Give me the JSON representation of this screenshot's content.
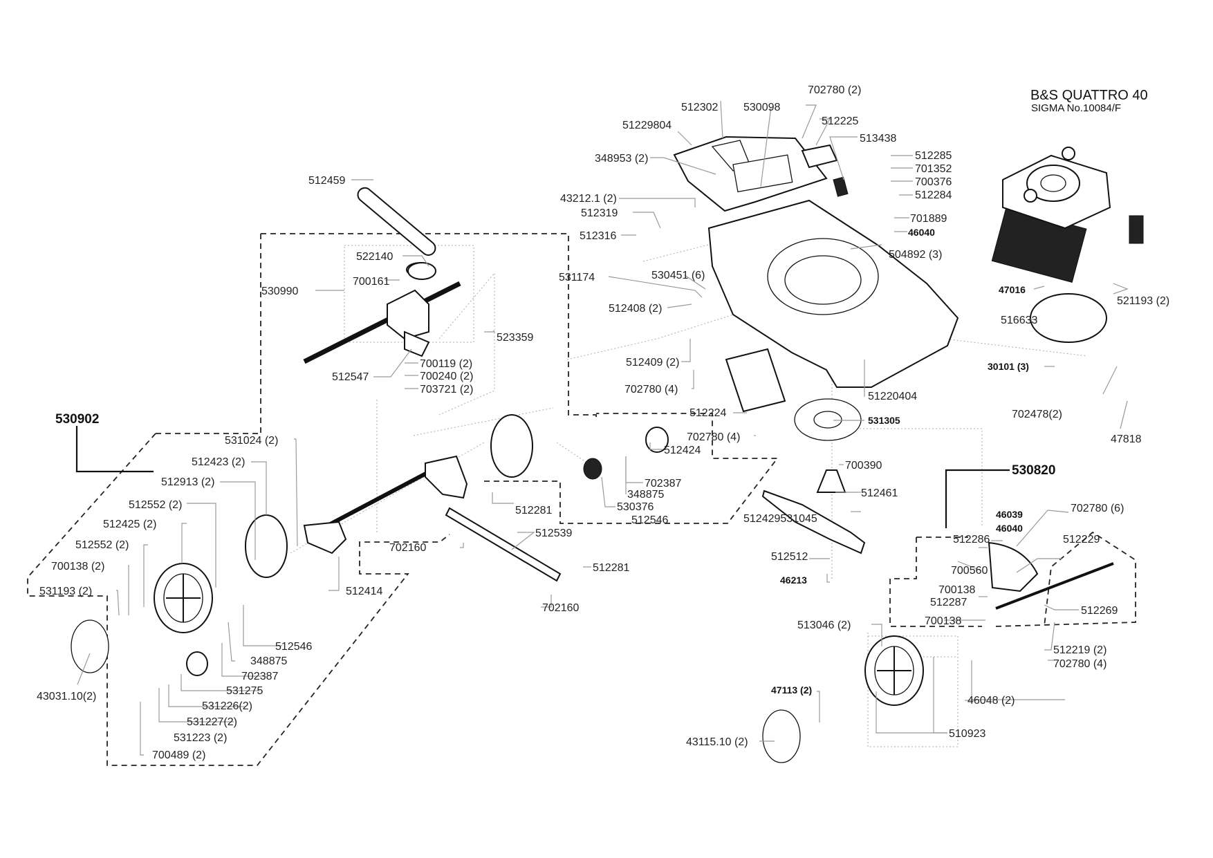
{
  "header": {
    "title": "B&S  QUATTRO 40",
    "subtitle": "SIGMA No.10084/F"
  },
  "groups": [
    {
      "id": "530902",
      "label": "530902"
    },
    {
      "id": "530820",
      "label": "530820"
    }
  ],
  "labels": [
    {
      "key": "l_512302",
      "text": "512302"
    },
    {
      "key": "l_530098",
      "text": "530098"
    },
    {
      "key": "l_702780_2",
      "text": "702780 (2)"
    },
    {
      "key": "l_512225",
      "text": "512225"
    },
    {
      "key": "l_51229804",
      "text": "51229804"
    },
    {
      "key": "l_513438",
      "text": "513438"
    },
    {
      "key": "l_348953_2",
      "text": "348953 (2)"
    },
    {
      "key": "l_512285",
      "text": "512285"
    },
    {
      "key": "l_701352",
      "text": "701352"
    },
    {
      "key": "l_700376",
      "text": "700376"
    },
    {
      "key": "l_512284",
      "text": "512284"
    },
    {
      "key": "l_701889",
      "text": "701889"
    },
    {
      "key": "l_46040a",
      "text": "46040"
    },
    {
      "key": "l_512459",
      "text": "512459"
    },
    {
      "key": "l_43212_1",
      "text": "43212.1 (2)"
    },
    {
      "key": "l_512319",
      "text": "512319"
    },
    {
      "key": "l_512316",
      "text": "512316"
    },
    {
      "key": "l_504892_3",
      "text": "504892 (3)"
    },
    {
      "key": "l_522140",
      "text": "522140"
    },
    {
      "key": "l_700161",
      "text": "700161"
    },
    {
      "key": "l_530990",
      "text": "530990"
    },
    {
      "key": "l_531174",
      "text": "531174"
    },
    {
      "key": "l_530451_6",
      "text": "530451 (6)"
    },
    {
      "key": "l_512408_2",
      "text": "512408 (2)"
    },
    {
      "key": "l_47016",
      "text": "47016"
    },
    {
      "key": "l_521193_2",
      "text": "521193 (2)"
    },
    {
      "key": "l_516633",
      "text": "516633"
    },
    {
      "key": "l_523359",
      "text": "523359"
    },
    {
      "key": "l_512409_2",
      "text": "512409 (2)"
    },
    {
      "key": "l_512547",
      "text": "512547"
    },
    {
      "key": "l_700119_2",
      "text": "700119 (2)"
    },
    {
      "key": "l_700240_2",
      "text": "700240 (2)"
    },
    {
      "key": "l_703721_2",
      "text": "703721 (2)"
    },
    {
      "key": "l_702780_4a",
      "text": "702780 (4)"
    },
    {
      "key": "l_30101_3",
      "text": "30101 (3)"
    },
    {
      "key": "l_51220404",
      "text": "51220404"
    },
    {
      "key": "l_702478_2",
      "text": "702478(2)"
    },
    {
      "key": "l_512224",
      "text": "512224"
    },
    {
      "key": "l_531305",
      "text": "531305"
    },
    {
      "key": "l_47818",
      "text": "47818"
    },
    {
      "key": "l_531024_2",
      "text": "531024 (2)"
    },
    {
      "key": "l_702780_4b",
      "text": "702780 (4)"
    },
    {
      "key": "l_512424",
      "text": "512424"
    },
    {
      "key": "l_512423_2",
      "text": "512423 (2)"
    },
    {
      "key": "l_700390",
      "text": "700390"
    },
    {
      "key": "l_512913_2",
      "text": "512913 (2)"
    },
    {
      "key": "l_702387a",
      "text": "702387"
    },
    {
      "key": "l_512552_2a",
      "text": "512552 (2)"
    },
    {
      "key": "l_348875a",
      "text": "348875"
    },
    {
      "key": "l_512281a",
      "text": "512281"
    },
    {
      "key": "l_530376",
      "text": "530376"
    },
    {
      "key": "l_512461",
      "text": "512461"
    },
    {
      "key": "l_512425_2",
      "text": "512425 (2)"
    },
    {
      "key": "l_512546a",
      "text": "512546"
    },
    {
      "key": "l_46039",
      "text": "46039"
    },
    {
      "key": "l_702780_6",
      "text": "702780 (6)"
    },
    {
      "key": "l_51242953104",
      "text": "512429531045"
    },
    {
      "key": "l_46040b",
      "text": "46040"
    },
    {
      "key": "l_512552_2b",
      "text": "512552 (2)"
    },
    {
      "key": "l_512539",
      "text": "512539"
    },
    {
      "key": "l_702160a",
      "text": "702160"
    },
    {
      "key": "l_512286",
      "text": "512286"
    },
    {
      "key": "l_512229",
      "text": "512229"
    },
    {
      "key": "l_700138_2",
      "text": "700138 (2)"
    },
    {
      "key": "l_512512",
      "text": "512512"
    },
    {
      "key": "l_700560",
      "text": "700560"
    },
    {
      "key": "l_512281b",
      "text": "512281"
    },
    {
      "key": "l_531193_2",
      "text": "531193 (2)"
    },
    {
      "key": "l_46213",
      "text": "46213"
    },
    {
      "key": "l_700138a",
      "text": "700138"
    },
    {
      "key": "l_512414",
      "text": "512414"
    },
    {
      "key": "l_512287",
      "text": "512287"
    },
    {
      "key": "l_512269",
      "text": "512269"
    },
    {
      "key": "l_702160b",
      "text": "702160"
    },
    {
      "key": "l_700138b",
      "text": "700138"
    },
    {
      "key": "l_513046_2",
      "text": "513046 (2)"
    },
    {
      "key": "l_512546b",
      "text": "512546"
    },
    {
      "key": "l_512219_2",
      "text": "512219 (2)"
    },
    {
      "key": "l_348875b",
      "text": "348875"
    },
    {
      "key": "l_702780_4c",
      "text": "702780 (4)"
    },
    {
      "key": "l_702387b",
      "text": "702387"
    },
    {
      "key": "l_531275",
      "text": "531275"
    },
    {
      "key": "l_43031_10",
      "text": "43031.10(2)"
    },
    {
      "key": "l_531226_2",
      "text": "531226(2)"
    },
    {
      "key": "l_46048_2",
      "text": "46048 (2)"
    },
    {
      "key": "l_47113_2",
      "text": "47113 (2)"
    },
    {
      "key": "l_531227_2",
      "text": "531227(2)"
    },
    {
      "key": "l_531223_2",
      "text": "531223 (2)"
    },
    {
      "key": "l_43115_10",
      "text": "43115.10 (2)"
    },
    {
      "key": "l_510923",
      "text": "510923"
    },
    {
      "key": "l_700489_2",
      "text": "700489 (2)"
    }
  ]
}
